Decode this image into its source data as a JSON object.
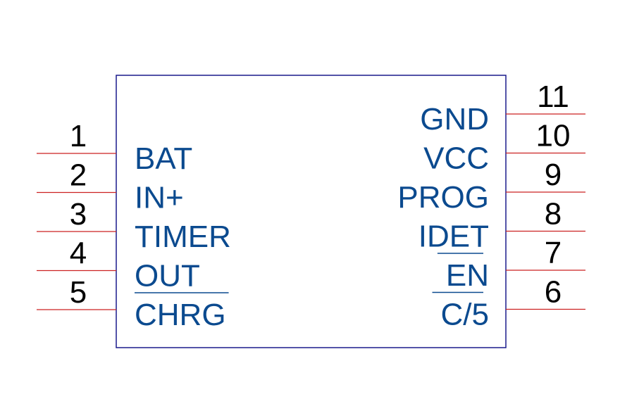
{
  "colors": {
    "body_outline": "#1a1a8c",
    "label_text": "#0b4a8f",
    "pin_line": "#cc2222",
    "pin_number": "#000000"
  },
  "left_pins": [
    {
      "number": "1",
      "label": "BAT",
      "overbar": false
    },
    {
      "number": "2",
      "label": "IN+",
      "overbar": false
    },
    {
      "number": "3",
      "label": "TIMER",
      "overbar": false
    },
    {
      "number": "4",
      "label": "OUT",
      "overbar": false
    },
    {
      "number": "5",
      "label": "CHRG",
      "overbar": true
    }
  ],
  "right_pins": [
    {
      "number": "11",
      "label": "GND",
      "overbar": false
    },
    {
      "number": "10",
      "label": "VCC",
      "overbar": false
    },
    {
      "number": "9",
      "label": "PROG",
      "overbar": false
    },
    {
      "number": "8",
      "label": "IDET",
      "overbar": false
    },
    {
      "number": "7",
      "label": "EN",
      "overbar": true
    },
    {
      "number": "6",
      "label": "C/5",
      "overbar": true
    }
  ]
}
